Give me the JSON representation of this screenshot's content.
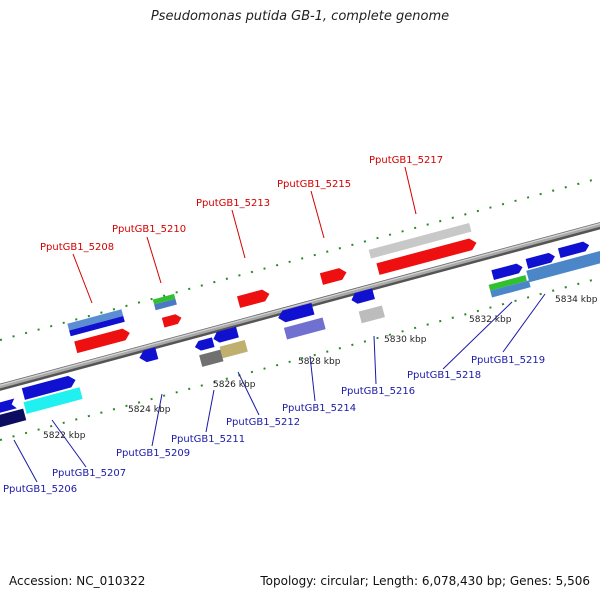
{
  "title": "Pseudomonas putida GB-1, complete genome",
  "footer": {
    "accession": "Accession: NC_010322",
    "topology": "Topology: circular; Length: 6,078,430 bp; Genes: 5,506"
  },
  "ruler": [
    "5822 kbp",
    "5824 kbp",
    "5826 kbp",
    "5828 kbp",
    "5830 kbp",
    "5832 kbp",
    "5834 kbp"
  ],
  "genes": {
    "forward": [
      "PputGB1_5208",
      "PputGB1_5210",
      "PputGB1_5213",
      "PputGB1_5215",
      "PputGB1_5217"
    ],
    "reverse": [
      "PputGB1_5206",
      "PputGB1_5207",
      "PputGB1_5209",
      "PputGB1_5211",
      "PputGB1_5212",
      "PputGB1_5214",
      "PputGB1_5216",
      "PputGB1_5218",
      "PputGB1_5219"
    ]
  },
  "colors": {
    "forward_label": "#d40000",
    "reverse_label": "#1a1aa8",
    "backbone": "#8a8a8a",
    "tick": "#2a8a2a"
  }
}
